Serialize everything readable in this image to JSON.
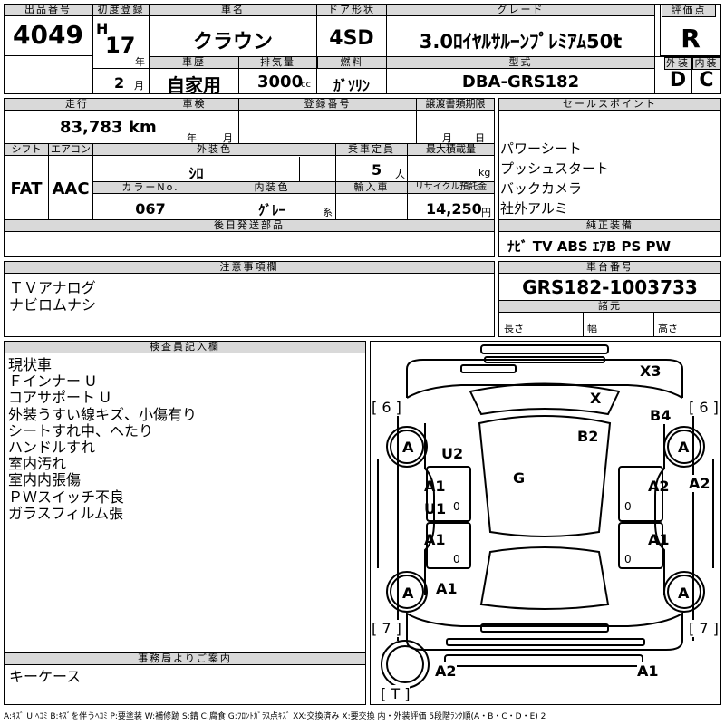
{
  "header": {
    "lot_no_label": "出品番号",
    "lot_no": "4049",
    "first_reg_label": "初度登録",
    "era": "H",
    "year": "17",
    "year_unit": "年",
    "month": "2",
    "month_unit": "月",
    "name_label": "車名",
    "name": "クラウン",
    "door_label": "ドア形状",
    "door": "4SD",
    "grade_label": "グレード",
    "grade": "3.0ﾛｲﾔﾙｻﾙｰﾝﾌﾟﾚﾐｱﾑ50t",
    "score_label": "評価点",
    "score": "R",
    "history_label": "車歴",
    "history": "自家用",
    "displacement_label": "排気量",
    "displacement": "3000",
    "displacement_unit": "cc",
    "fuel_label": "燃料",
    "fuel": "ｶﾞｿﾘﾝ",
    "model_label": "型式",
    "model": "DBA-GRS182",
    "exterior_label": "外装",
    "exterior_score": "D",
    "interior_label": "内装",
    "interior_score": "C"
  },
  "details": {
    "mileage_label": "走行",
    "mileage": "83,783",
    "mileage_unit": "km",
    "inspection_label": "車検",
    "insp_year_unit": "年",
    "insp_month_unit": "月",
    "plate_label": "登録番号",
    "transfer_label": "譲渡書類期限",
    "transfer_month_unit": "月",
    "transfer_day_unit": "日",
    "shift_label": "シフト",
    "shift": "FAT",
    "ac_label": "エアコン",
    "ac": "AAC",
    "ext_color_label": "外装色",
    "ext_color": "ｼﾛ",
    "capacity_label": "乗車定員",
    "capacity": "5",
    "capacity_unit": "人",
    "load_label": "最大積載量",
    "load_unit": "kg",
    "color_no_label": "カラーNo.",
    "color_no": "067",
    "int_color_label": "内装色",
    "int_color": "ｸﾞﾚｰ",
    "int_color_suffix": "系",
    "import_label": "輸入車",
    "recycle_label": "リサイクル預託金",
    "recycle": "14,250",
    "recycle_unit": "円",
    "later_parts_label": "後日発送部品"
  },
  "sales": {
    "label": "セールスポイント",
    "items": [
      "パワーシート",
      "プッシュスタート",
      "バックカメラ",
      "社外アルミ"
    ]
  },
  "equipment": {
    "label": "純正装備",
    "value": "ﾅﾋﾞ  TV  ABS ｴｱB PS PW"
  },
  "notes": {
    "label": "注意事項欄",
    "lines": [
      "ＴＶアナログ",
      "ナビロムナシ"
    ]
  },
  "chassis": {
    "label": "車台番号",
    "value": "GRS182-1003733",
    "dims_label": "諸元",
    "length_label": "長さ",
    "width_label": "幅",
    "height_label": "高さ"
  },
  "inspector": {
    "label": "検査員記入欄",
    "lines": [
      "現状車",
      "Ｆインナー U",
      "コアサポート U",
      "外装うすい線キズ、小傷有り",
      "シートすれ中、へたり",
      "ハンドルすれ",
      "室内汚れ",
      "室内内張傷",
      "ＰＷスイッチ不良",
      "ガラスフィルム張"
    ]
  },
  "office": {
    "label": "事務局よりご案内",
    "lines": [
      "キーケース"
    ]
  },
  "diagram": {
    "tire_fl": "[ 6 ]",
    "tire_fr": "[ 6 ]",
    "tire_rl": "[ 7 ]",
    "tire_rr": "[ 7 ]",
    "trunk_tire": "[ T ]",
    "marks": {
      "x3": "X3",
      "x": "X",
      "b4": "B4",
      "b2": "B2",
      "u2": "U2",
      "g": "G",
      "a_fl": "A",
      "a_fr": "A",
      "a_rl": "A",
      "a_rr": "A",
      "a1_door_fl": "A1",
      "u1_door_fl": "U1",
      "a1_door_rl": "A1",
      "a1_qtr_l": "A1",
      "a2_door_fr": "A2",
      "a2_fender_r": "A2",
      "a1_door_rr": "A1",
      "a2_rear_l": "A2",
      "a1_rear_r": "A1",
      "zero_fl": "0",
      "zero_rl": "0",
      "zero_fr": "0",
      "zero_rr": "0"
    }
  },
  "legend": "A:ｷｽﾞ U:ﾍｺﾐ B:ｷｽﾞを伴うﾍｺﾐ P:要塗装 W:補修跡 S:錆 C:腐食 G:ﾌﾛﾝﾄｶﾞﾗｽ点ｷｽﾞ XX:交換済み X:要交換 内・外装評価 5段階ﾗﾝｸ順(A・B・C・D・E) 2"
}
